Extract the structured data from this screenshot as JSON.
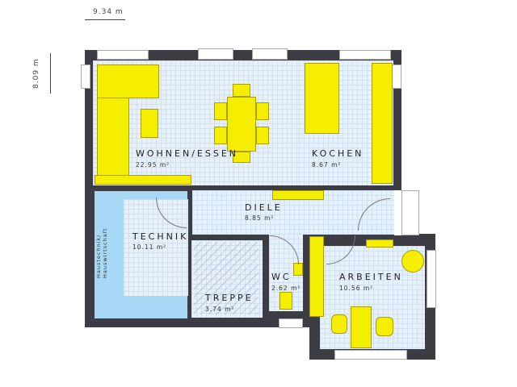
{
  "dimensions": {
    "width": "9.34 m",
    "depth": "8.09 m"
  },
  "rooms": [
    {
      "name": "WOHNEN/ESSEN",
      "area": "22.95 m²"
    },
    {
      "name": "KOCHEN",
      "area": "8.67 m²"
    },
    {
      "name": "DIELE",
      "area": "8.85 m²"
    },
    {
      "name": "TECHNIK",
      "area": "10.11 m²",
      "sublabel": "Haustechnik/\nHauswirtschaft"
    },
    {
      "name": "WC",
      "area": "2.62 m²"
    },
    {
      "name": "TREPPE",
      "area": "3.74 m²"
    },
    {
      "name": "ARBEITEN",
      "area": "10.56 m²"
    }
  ],
  "colors": {
    "wall": "#3c3c44",
    "floor": "#e6f1fb",
    "furniture": "#f5ee00",
    "technik": "#a7d8f5"
  }
}
